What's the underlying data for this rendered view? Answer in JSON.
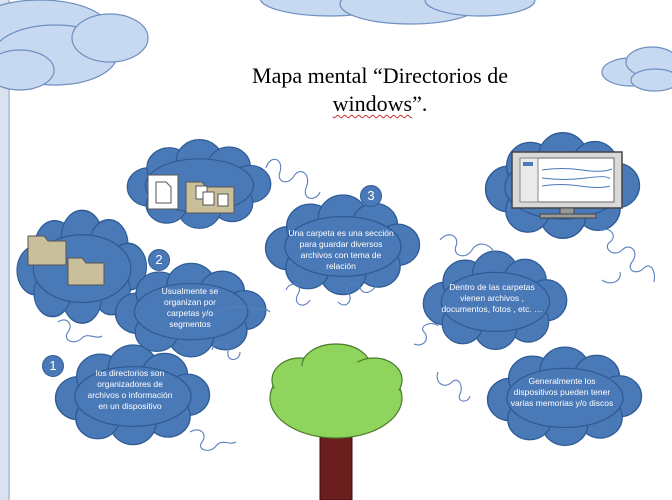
{
  "title": {
    "line1": "Mapa mental “Directorios de",
    "line2_word": "windows",
    "line2_tail": "”."
  },
  "badges": [
    "1",
    "2",
    "3"
  ],
  "clouds": {
    "c1": "los directorios son organizadores de archivos o información en un dispositivo",
    "c2": "Usualmente se organizan por carpetas y/o segmentos",
    "c3": "Una carpeta es una sección para guardar diversos archivos con tema de relación",
    "c4": "Dentro de las carpetas vienen archivos , documentos, fotos , etc. …",
    "c5": "Generalmente los dispositivos pueden tener varias memorias y/o discos"
  },
  "icons": [
    "folder-icon",
    "document-icon",
    "documents-folder-icon",
    "computer-monitor-icon",
    "tree-icon",
    "cloud-icon"
  ],
  "colors": {
    "cloud": "#4a79b8",
    "cloud_border": "#2e5b95",
    "sky_cloud": "#c6d9f1",
    "folder": "#c9bf9a",
    "tree_leaf": "#8ed45d",
    "trunk": "#6b1e1e",
    "swirl": "#5b7fbf"
  }
}
